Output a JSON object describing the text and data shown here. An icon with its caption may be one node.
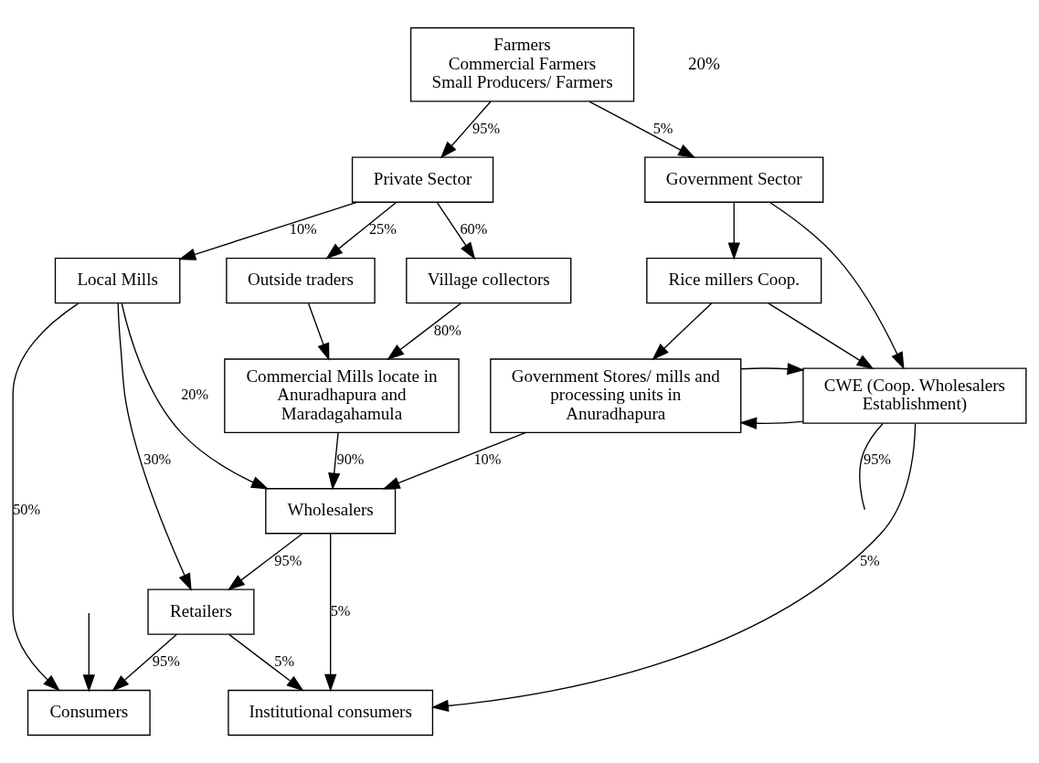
{
  "diagram": {
    "nodes": [
      {
        "text": [
          "Farmers",
          "Commercial Farmers",
          "Small Producers/ Farmers"
        ]
      },
      {
        "text": [
          "Private Sector"
        ]
      },
      {
        "text": [
          "Government Sector"
        ]
      },
      {
        "text": [
          "Local Mills"
        ]
      },
      {
        "text": [
          "Outside traders"
        ]
      },
      {
        "text": [
          "Village collectors"
        ]
      },
      {
        "text": [
          "Rice millers Coop."
        ]
      },
      {
        "text": [
          "Commercial Mills locate in Anuradhapura and Maradagahamula"
        ]
      },
      {
        "text": [
          "Government Stores/ mills and processing units in Anuradhapura"
        ]
      },
      {
        "text": [
          "CWE (Coop. Wholesalers Establishment)"
        ]
      },
      {
        "text": [
          "Wholesalers"
        ]
      },
      {
        "text": [
          "Retailers"
        ]
      },
      {
        "text": [
          "Consumers"
        ]
      },
      {
        "text": [
          "Institutional consumers"
        ]
      }
    ],
    "edges": [
      {
        "from": 0,
        "to": 1,
        "arrow": "to",
        "label": "95%"
      },
      {
        "from": 0,
        "to": 2,
        "arrow": "to",
        "label": "5%"
      },
      {
        "from": 1,
        "to": 3,
        "arrow": "to",
        "label": "10%"
      },
      {
        "from": 1,
        "to": 4,
        "arrow": "to",
        "label": "25%"
      },
      {
        "from": 1,
        "to": 5,
        "arrow": "to",
        "label": "60%"
      },
      {
        "from": 2,
        "to": 6,
        "arrow": "to"
      },
      {
        "from": 2,
        "to": 9,
        "arrow": "to"
      },
      {
        "from": 4,
        "to": 7,
        "arrow": "to"
      },
      {
        "from": 5,
        "to": 7,
        "arrow": "to",
        "label": "80%"
      },
      {
        "from": 6,
        "to": 8,
        "arrow": "to"
      },
      {
        "from": 6,
        "to": 9,
        "arrow": "to"
      },
      {
        "from": 9,
        "to": 8,
        "arrow": "to"
      },
      {
        "from": 8,
        "to": 9,
        "arrow": "to"
      },
      {
        "from": 7,
        "to": 10,
        "arrow": "to",
        "label": "90%"
      },
      {
        "from": 8,
        "to": 10,
        "arrow": "to",
        "label": "10%"
      },
      {
        "from": 3,
        "to": 10,
        "arrow": "to",
        "label": "20%"
      },
      {
        "from": 3,
        "to": 11,
        "arrow": "to",
        "label": "30%"
      },
      {
        "from": 3,
        "to": 12,
        "arrow": "to",
        "label": "50%"
      },
      {
        "from": 10,
        "to": 11,
        "arrow": "to",
        "label": "95%"
      },
      {
        "from": 10,
        "to": 13,
        "arrow": "to",
        "label": "5%"
      },
      {
        "from": 11,
        "to": 12,
        "arrow": "to",
        "label": "95%"
      },
      {
        "from": 11,
        "to": 13,
        "arrow": "to",
        "label": "5%"
      },
      {
        "from": 9,
        "to": 13,
        "arrow": "to",
        "label": "5%"
      },
      {
        "from": 9,
        "to": null,
        "arrow": "none",
        "label": "95%"
      },
      {
        "from": null,
        "to": 12,
        "arrow": "to"
      }
    ],
    "labels": [
      "20%"
    ]
  }
}
